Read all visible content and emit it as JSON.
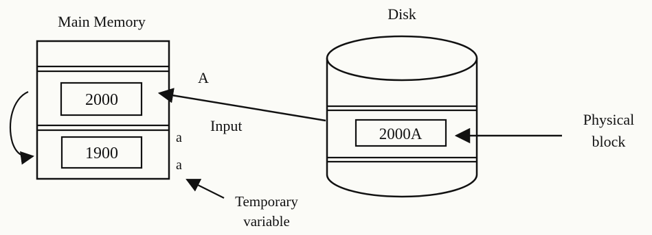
{
  "memory": {
    "title": "Main Memory",
    "cell_1_value": "2000",
    "cell_2_value": "1900",
    "label_A": "A",
    "label_a_upper": "a",
    "label_a_lower": "a"
  },
  "disk": {
    "title": "Disk",
    "block_value": "2000A"
  },
  "annotations": {
    "input": "Input",
    "temporary_line_1": "Temporary",
    "temporary_line_2": "variable",
    "physical_line_1": "Physical",
    "physical_line_2": "block"
  },
  "colors": {
    "ink": "#111111",
    "paper": "#fbfbf7"
  }
}
